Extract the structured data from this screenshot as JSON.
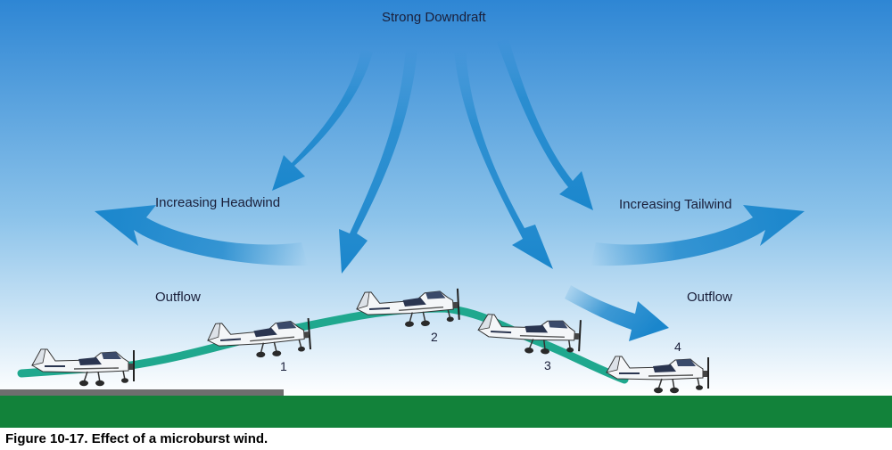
{
  "labels": {
    "downdraft": "Strong Downdraft",
    "headwind": "Increasing Headwind",
    "tailwind": "Increasing Tailwind",
    "outflow_left": "Outflow",
    "outflow_right": "Outflow"
  },
  "positions": [
    "1",
    "2",
    "3",
    "4"
  ],
  "caption": "Figure 10-17. Effect of a microburst wind.",
  "colors": {
    "sky_top": "#2e86d4",
    "sky_bottom": "#ffffff",
    "arrow": "#1a86cc",
    "ground": "#12823a",
    "runway": "#6e6e6e",
    "flight_path": "#1fa88e"
  }
}
